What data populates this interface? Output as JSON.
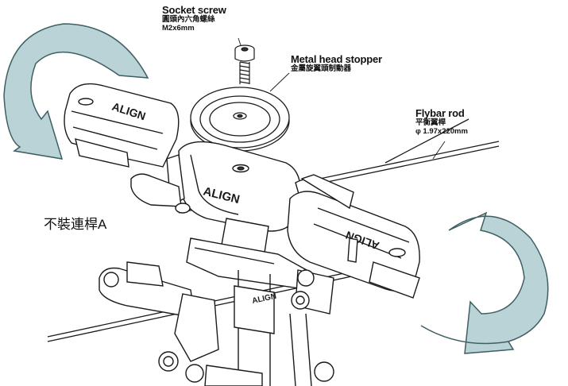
{
  "labels": {
    "socket_screw": {
      "title": "Socket screw",
      "sub1": "圓頭內六角螺絲",
      "sub2": "M2x6mm"
    },
    "metal_head_stopper": {
      "title": "Metal head stopper",
      "sub1": "金屬旋翼頭制動器"
    },
    "flybar_rod": {
      "title": "Flybar rod",
      "sub1": "平衡翼桿",
      "sub2": "φ 1.97x220mm"
    }
  },
  "brand_mark": "ALIGN",
  "note": "不裝連桿A",
  "colors": {
    "arrow_fill": "#b9d3d6",
    "arrow_stroke": "#3f5f63",
    "line": "#1a1a1a"
  }
}
